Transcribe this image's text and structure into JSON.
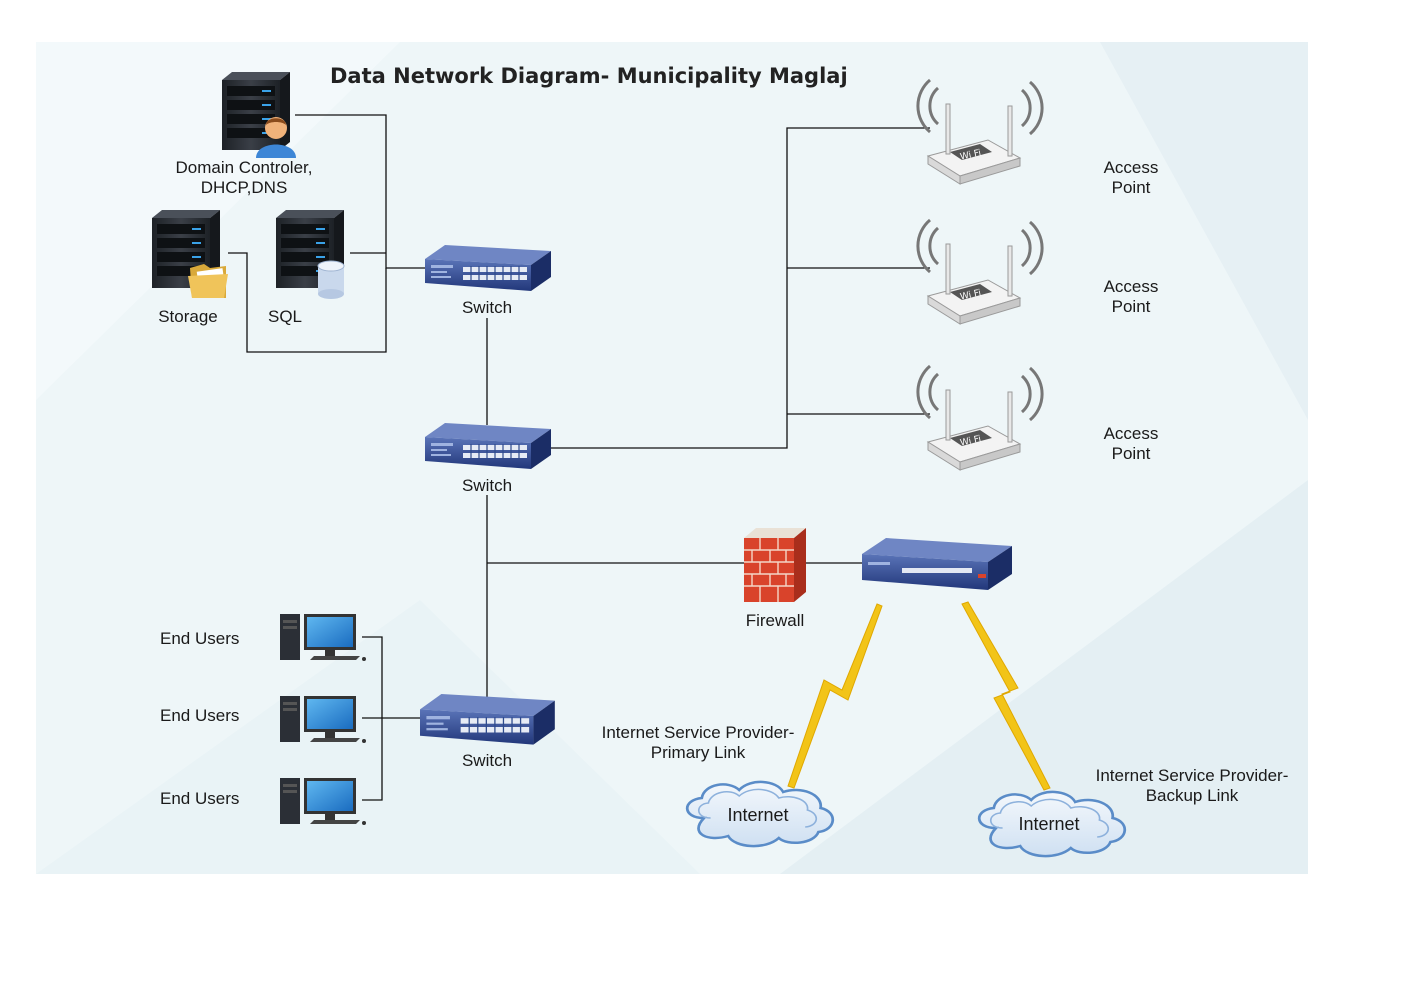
{
  "title": "Data Network Diagram- Municipality Maglaj",
  "servers": {
    "domain_controller": "Domain Controler,\nDHCP,DNS",
    "storage": "Storage",
    "sql": "SQL"
  },
  "switches": {
    "top": "Switch",
    "middle": "Switch",
    "bottom": "Switch"
  },
  "access_points": [
    "Access\nPoint",
    "Access\nPoint",
    "Access\nPoint"
  ],
  "firewall": "Firewall",
  "end_users": [
    "End Users",
    "End Users",
    "End Users"
  ],
  "isp": {
    "primary": "Internet Service Provider-\nPrimary Link",
    "backup": "Internet Service Provider-\nBackup Link"
  },
  "internet": [
    "Internet",
    "Internet"
  ],
  "colors": {
    "background_panel": "#eef6f8",
    "switch_blue": "#2e4a8c",
    "server_dark": "#2b2f36",
    "firewall_red": "#d9432b",
    "lightning": "#f2c418",
    "cloud_blue": "#5a8cc8"
  }
}
